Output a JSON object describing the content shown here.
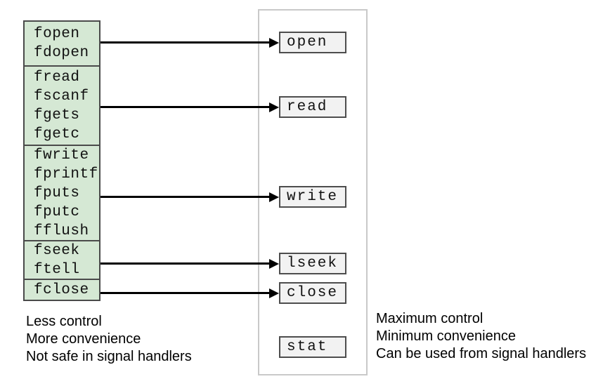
{
  "diagram": {
    "stdio_column": {
      "boxes": [
        {
          "label": "fopen\nfdopen"
        },
        {
          "label": "fread\nfscanf\nfgets\nfgetc"
        },
        {
          "label": "fwrite\nfprintf\nfputs\nfputc\nfflush"
        },
        {
          "label": "fseek\nftell"
        },
        {
          "label": "fclose"
        }
      ],
      "caption": [
        "Less control",
        "More convenience",
        "Not safe in signal handlers"
      ]
    },
    "syscall_column": {
      "boxes": [
        {
          "label": "open"
        },
        {
          "label": "read"
        },
        {
          "label": "write"
        },
        {
          "label": "lseek"
        },
        {
          "label": "close"
        },
        {
          "label": "stat"
        }
      ],
      "caption": [
        "Maximum control",
        "Minimum convenience",
        "Can be used from signal handlers"
      ]
    },
    "colors": {
      "stdio_fill": "#d5e8d4",
      "stdio_border": "#4a4a4a",
      "syscall_fill": "#f2f2f2",
      "syscall_border": "#4d4d4d",
      "kernel_outline": "#c9c9c9",
      "arrow": "#000000"
    }
  }
}
